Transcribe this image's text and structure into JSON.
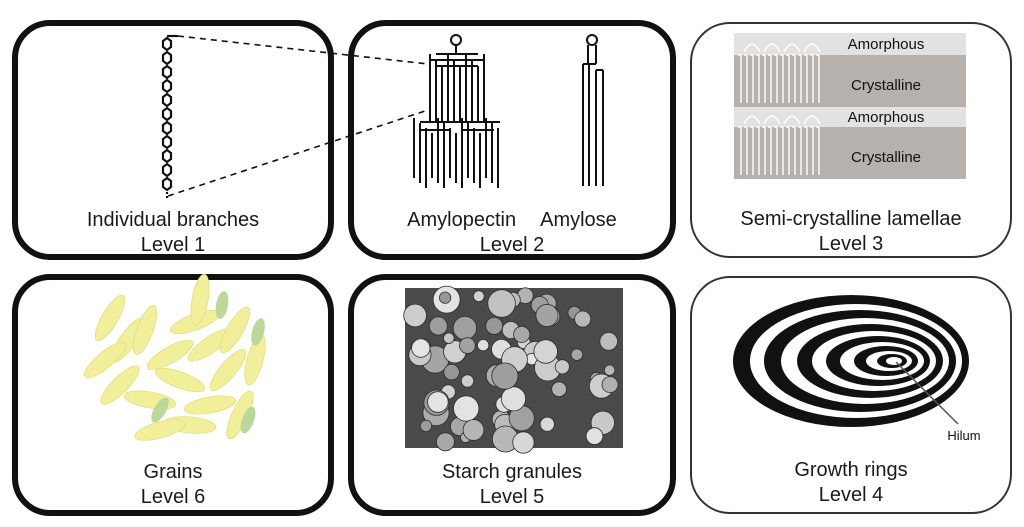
{
  "panels": {
    "level1": {
      "title": "Individual branches",
      "level": "Level 1"
    },
    "level2": {
      "label_left": "Amylopectin",
      "label_right": "Amylose",
      "level": "Level 2"
    },
    "level3": {
      "title": "Semi-crystalline lamellae",
      "level": "Level 3",
      "bands": [
        "Amorphous",
        "Crystalline",
        "Amorphous",
        "Crystalline"
      ]
    },
    "level4": {
      "title": "Growth rings",
      "level": "Level 4",
      "annotation": "Hilum"
    },
    "level5": {
      "title": "Starch granules",
      "level": "Level 5"
    },
    "level6": {
      "title": "Grains",
      "level": "Level 6"
    }
  },
  "colors": {
    "outline": "#111111",
    "amorphous": "#e2e2e2",
    "crystalline": "#b7b1ae",
    "grain": "#f2ef9a",
    "grain_tip": "#b9d89a",
    "sem_bg": "#4a4a4a"
  }
}
